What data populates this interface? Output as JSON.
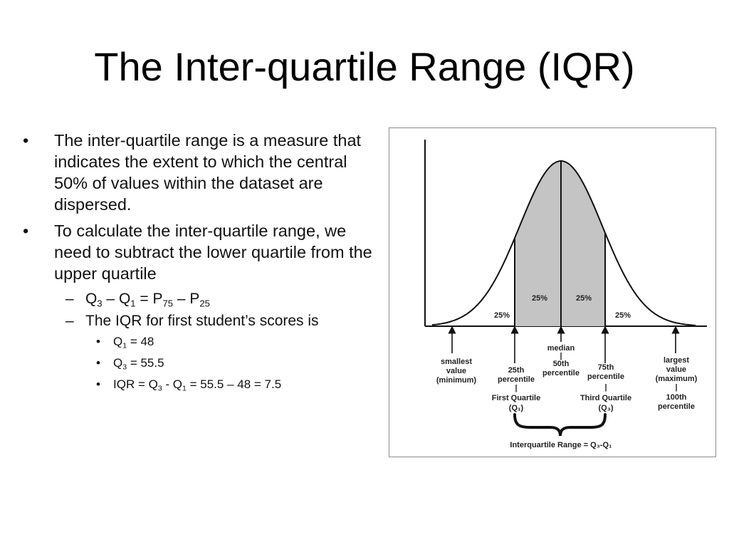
{
  "slide": {
    "title": "The Inter-quartile Range (IQR)",
    "bullets": [
      {
        "marker": "•",
        "text": "The inter-quartile range is a measure that indicates the extent to which the central 50% of values within the dataset are dispersed."
      },
      {
        "marker": "•",
        "text": "To calculate the inter-quartile range, we need to subtract the lower quartile from the upper quartile"
      }
    ],
    "sub_bullets": [
      {
        "marker": "–",
        "parts": [
          "Q",
          "3",
          " – Q",
          "1",
          " = P",
          "75",
          " – P",
          "25"
        ]
      },
      {
        "marker": "–",
        "text": "The IQR for first student’s scores is"
      }
    ],
    "sub_sub_bullets": [
      {
        "marker": "•",
        "parts": [
          "Q",
          "1",
          " = 48"
        ]
      },
      {
        "marker": "•",
        "parts": [
          "Q",
          "3",
          " = 55.5"
        ]
      },
      {
        "marker": "•",
        "parts": [
          "IQR = Q",
          "3",
          " - Q",
          "1",
          " = 55.5 – 48 = 7.5"
        ]
      }
    ]
  },
  "diagram": {
    "area_percents": [
      "25%",
      "25%",
      "25%",
      "25%"
    ],
    "smallest": [
      "smallest",
      "value",
      "(minimum)"
    ],
    "p25": [
      "25th",
      "percentile",
      "|",
      "First Quartile",
      "(Q₁)"
    ],
    "median": [
      "median",
      "|",
      "50th",
      "percentile"
    ],
    "p75": [
      "75th",
      "percentile",
      "|",
      "Third Quartile",
      "(Q₃)"
    ],
    "largest": [
      "largest",
      "value",
      "(maximum)",
      "|",
      "100th",
      "percentile"
    ],
    "iqr_caption": "Interquartile Range = Q₃-Q₁",
    "colors": {
      "shade": "#c4c4c4",
      "ink": "#111111"
    }
  }
}
